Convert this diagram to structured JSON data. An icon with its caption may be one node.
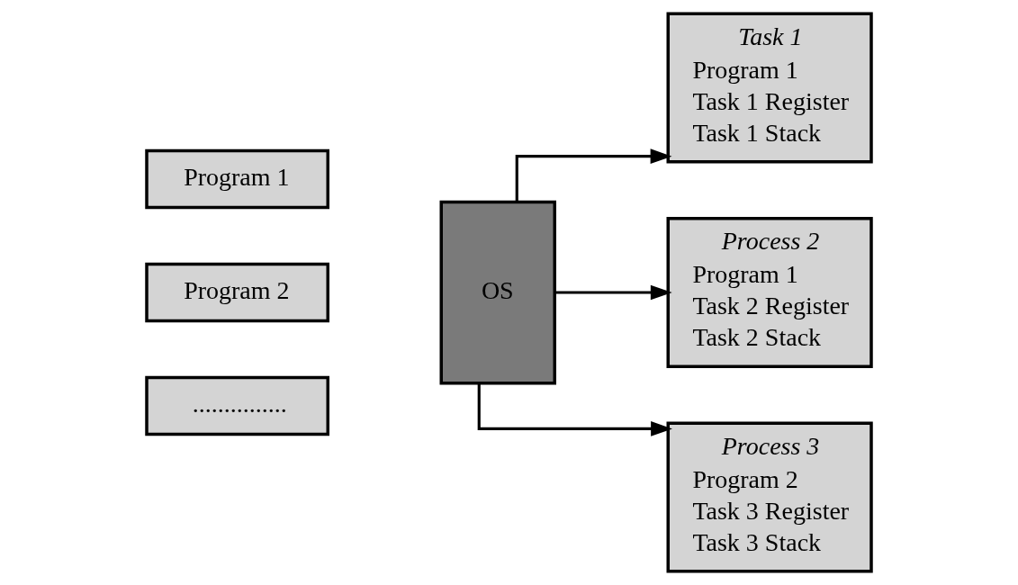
{
  "diagram": {
    "nodes": [
      {
        "text": [
          "Program 1"
        ]
      },
      {
        "text": [
          "Program 2"
        ]
      },
      {
        "text": [
          "..............."
        ]
      },
      {
        "text": [
          "OS"
        ]
      },
      {
        "text": [
          "Task 1",
          "Program 1",
          "Task 1 Register",
          "Task 1 Stack"
        ]
      },
      {
        "text": [
          "Process 2",
          "Program 1",
          "Task 2 Register",
          "Task 2 Stack"
        ]
      },
      {
        "text": [
          "Process 3",
          "Program 2",
          "Task 3 Register",
          "Task 3 Stack"
        ]
      }
    ],
    "edges": [
      {
        "from": 3,
        "to": 4,
        "arrow": "to"
      },
      {
        "from": 3,
        "to": 5,
        "arrow": "to"
      },
      {
        "from": 3,
        "to": 6,
        "arrow": "to"
      }
    ]
  }
}
